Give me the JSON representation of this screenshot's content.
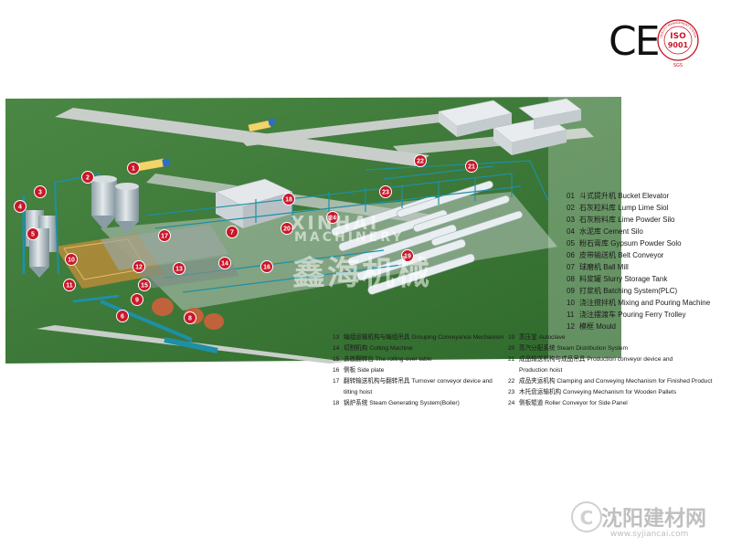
{
  "markers": [
    {
      "num": "1"
    },
    {
      "num": "2"
    },
    {
      "num": "3"
    },
    {
      "num": "4"
    },
    {
      "num": "5"
    },
    {
      "num": "6"
    },
    {
      "num": "7"
    },
    {
      "num": "8"
    },
    {
      "num": "9"
    },
    {
      "num": "10"
    },
    {
      "num": "11"
    },
    {
      "num": "12"
    },
    {
      "num": "13"
    },
    {
      "num": "14"
    },
    {
      "num": "15"
    },
    {
      "num": "16"
    },
    {
      "num": "17"
    },
    {
      "num": "18"
    },
    {
      "num": "19"
    },
    {
      "num": "20"
    },
    {
      "num": "21"
    },
    {
      "num": "22"
    },
    {
      "num": "23"
    },
    {
      "num": "24"
    }
  ],
  "legend_right": [
    {
      "num": "01",
      "text": "斗式提升机  Bucket Elevator"
    },
    {
      "num": "02",
      "text": "石灰粒料库  Lump Lime Siol"
    },
    {
      "num": "03",
      "text": "石灰粉料库  Lime Powder Silo"
    },
    {
      "num": "04",
      "text": "水泥库  Cement Silo"
    },
    {
      "num": "05",
      "text": "粉石膏库  Gypsum Powder Solo"
    },
    {
      "num": "06",
      "text": "皮带输送机  Belt Conveyor"
    },
    {
      "num": "07",
      "text": "球磨机  Ball Mill"
    },
    {
      "num": "08",
      "text": "料浆罐  Slurry Storage Tank"
    },
    {
      "num": "09",
      "text": "打浆机  Batching System(PLC)"
    },
    {
      "num": "10",
      "text": "浇注搅拌机  Mixing and Pouring Machine"
    },
    {
      "num": "11",
      "text": "浇注摆渡车  Pouring Ferry Trolley"
    },
    {
      "num": "12",
      "text": "模框  Mould"
    }
  ],
  "legend_bottom_left": [
    {
      "num": "13",
      "text": "编组运输机构与编组吊具  Grouping Conveyance Mechanism"
    },
    {
      "num": "14",
      "text": "切割机构  Cutting Machine"
    },
    {
      "num": "15",
      "text": "去底翻转台  The rolling-over table"
    },
    {
      "num": "16",
      "text": "侧板  Side plate"
    },
    {
      "num": "17",
      "text": "翻转输送机构与翻转吊具  Turnover conveyor device and"
    },
    {
      "num": "",
      "text": "tilting hoist"
    },
    {
      "num": "18",
      "text": "锅炉系统  Steam Generating System(Boiler)"
    }
  ],
  "legend_bottom_right": [
    {
      "num": "19",
      "text": "蒸压釜  Autoclave"
    },
    {
      "num": "20",
      "text": "蒸汽分配系统  Steam Distribution System"
    },
    {
      "num": "21",
      "text": "成品输送机构与成品吊具  Production conveyor device and"
    },
    {
      "num": "",
      "text": "Production hoist"
    },
    {
      "num": "22",
      "text": "成品夹运机构  Clamping and Conveying Mechanism for Finished Product"
    },
    {
      "num": "23",
      "text": "木托盘运输机构  Conveying Mechanism for Wooden Pallets"
    },
    {
      "num": "24",
      "text": "侧板辊道  Roller Conveyor for Side Panel"
    }
  ],
  "cert": {
    "ce": "CE",
    "iso_line1": "ISO",
    "iso_line2": "9001",
    "iso_ring": "QUALITY MANAGEMENT SYSTEM",
    "iso_bottom": "SGS"
  },
  "watermark": {
    "en": "XINHAI",
    "en2": "MACHINERY",
    "cn": "鑫海机械"
  },
  "site": {
    "cn": "沈阳建材网",
    "url": "www.syjiancai.com"
  },
  "colors": {
    "ground": "#3f7a3a",
    "ground_dark": "#2c5c2a",
    "road": "#c9ceca",
    "marker": "#c8182a",
    "silo": "#bcc6cc",
    "frame": "#1e8fa6"
  }
}
